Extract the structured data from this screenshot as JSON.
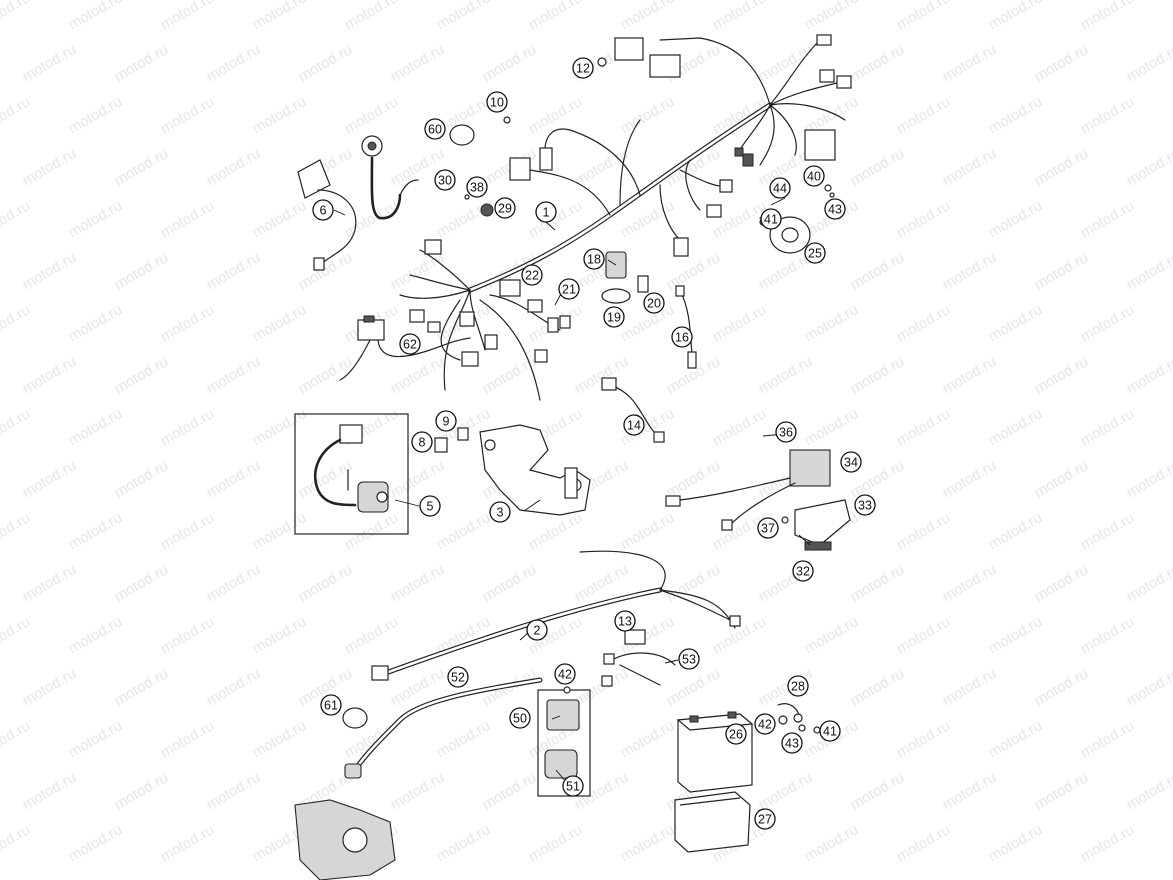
{
  "watermark": "motod.ru",
  "callouts": [
    {
      "label": "1",
      "name": "callout-main-wiring-harness"
    },
    {
      "label": "2",
      "name": "callout-battery-cable-harness"
    },
    {
      "label": "3",
      "name": "callout-electrical-bracket"
    },
    {
      "label": "5",
      "name": "callout-switch-assembly"
    },
    {
      "label": "6",
      "name": "callout-light-switch"
    },
    {
      "label": "8",
      "name": "callout-relay-8"
    },
    {
      "label": "9",
      "name": "callout-clip-9"
    },
    {
      "label": "10",
      "name": "callout-bulb-10"
    },
    {
      "label": "12",
      "name": "callout-connector-12"
    },
    {
      "label": "13",
      "name": "callout-fuse-holder-13"
    },
    {
      "label": "14",
      "name": "callout-sensor-14"
    },
    {
      "label": "16",
      "name": "callout-sensor-16"
    },
    {
      "label": "18",
      "name": "callout-flasher-relay-18"
    },
    {
      "label": "19",
      "name": "callout-rubber-holder-19"
    },
    {
      "label": "20",
      "name": "callout-bracket-20"
    },
    {
      "label": "21",
      "name": "callout-fuses-21"
    },
    {
      "label": "22",
      "name": "callout-fuse-box-22"
    },
    {
      "label": "25",
      "name": "callout-horn-25"
    },
    {
      "label": "26",
      "name": "callout-battery-26"
    },
    {
      "label": "27",
      "name": "callout-battery-case-27"
    },
    {
      "label": "28",
      "name": "callout-ground-cable-28"
    },
    {
      "label": "29",
      "name": "callout-grommet-29"
    },
    {
      "label": "30",
      "name": "callout-screw-30"
    },
    {
      "label": "32",
      "name": "callout-rubber-pad-32"
    },
    {
      "label": "33",
      "name": "callout-regulator-bracket-33"
    },
    {
      "label": "34",
      "name": "callout-voltage-regulator-34"
    },
    {
      "label": "36",
      "name": "callout-nut-36"
    },
    {
      "label": "37",
      "name": "callout-screw-37"
    },
    {
      "label": "38",
      "name": "callout-nut-38"
    },
    {
      "label": "40",
      "name": "callout-washer-40"
    },
    {
      "label": "41",
      "name": "callout-screw-41-top"
    },
    {
      "label": "41",
      "name": "callout-screw-41-bottom"
    },
    {
      "label": "42",
      "name": "callout-nut-42-middle"
    },
    {
      "label": "42",
      "name": "callout-nut-42-right"
    },
    {
      "label": "43",
      "name": "callout-washer-43-top"
    },
    {
      "label": "43",
      "name": "callout-washer-43-bottom"
    },
    {
      "label": "44",
      "name": "callout-clip-44"
    },
    {
      "label": "50",
      "name": "callout-starter-relay-50"
    },
    {
      "label": "51",
      "name": "callout-relay-holder-51"
    },
    {
      "label": "52",
      "name": "callout-starter-cable-52"
    },
    {
      "label": "53",
      "name": "callout-fuse-cable-53"
    },
    {
      "label": "60",
      "name": "callout-cable-tie-60"
    },
    {
      "label": "61",
      "name": "callout-cable-tie-61"
    },
    {
      "label": "62",
      "name": "callout-cable-62"
    }
  ]
}
